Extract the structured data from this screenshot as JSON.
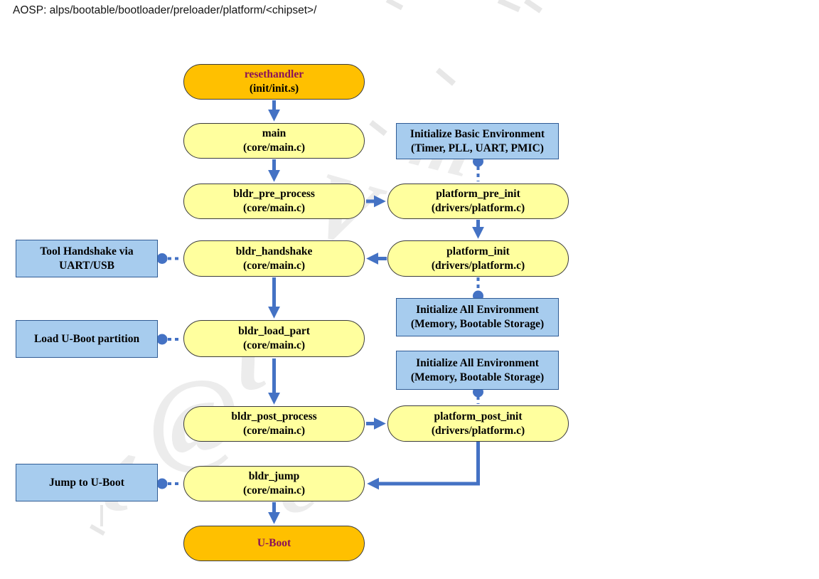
{
  "header": {
    "path_label": "AOSP: alps/bootable/bootloader/preloader/platform/<chipset>/"
  },
  "colors": {
    "arrow_blue": "#4472C4",
    "pill_yellow": "#FFFF9E",
    "pill_orange": "#FFC000",
    "note_blue": "#A7CCEE",
    "note_border": "#2F5B94",
    "accent_text_magenta": "#8A1259"
  },
  "nodes": {
    "resethandler": {
      "title": "resethandler",
      "sub": "(init/init.s)"
    },
    "main": {
      "title": "main",
      "sub": "(core/main.c)"
    },
    "init_basic_env": {
      "line1": "Initialize Basic Environment",
      "line2": "(Timer, PLL, UART, PMIC)"
    },
    "bldr_pre_process": {
      "title": "bldr_pre_process",
      "sub": "(core/main.c)"
    },
    "platform_pre_init": {
      "title": "platform_pre_init",
      "sub": "(drivers/platform.c)"
    },
    "tool_handshake": {
      "line1": "Tool Handshake via",
      "line2": "UART/USB"
    },
    "bldr_handshake": {
      "title": "bldr_handshake",
      "sub": "(core/main.c)"
    },
    "platform_init": {
      "title": "platform_init",
      "sub": "(drivers/platform.c)"
    },
    "init_all_env_1": {
      "line1": "Initialize All Environment",
      "line2": "(Memory, Bootable Storage)"
    },
    "load_uboot": {
      "line1": "Load U-Boot partition"
    },
    "bldr_load_part": {
      "title": "bldr_load_part",
      "sub": "(core/main.c)"
    },
    "init_all_env_2": {
      "line1": "Initialize All Environment",
      "line2": "(Memory, Bootable Storage)"
    },
    "bldr_post_process": {
      "title": "bldr_post_process",
      "sub": "(core/main.c)"
    },
    "platform_post_init": {
      "title": "platform_post_init",
      "sub": "(drivers/platform.c)"
    },
    "jump_to_uboot": {
      "line1": "Jump to U-Boot"
    },
    "bldr_jump": {
      "title": "bldr_jump",
      "sub": "(core/main.c)"
    },
    "uboot": {
      "title": "U-Boot"
    }
  },
  "edges": [
    {
      "from": "resethandler",
      "to": "main",
      "style": "solid-arrow"
    },
    {
      "from": "main",
      "to": "bldr_pre_process",
      "style": "solid-arrow"
    },
    {
      "from": "bldr_pre_process",
      "to": "platform_pre_init",
      "style": "solid-arrow"
    },
    {
      "from": "init_basic_env",
      "to": "platform_pre_init",
      "style": "dotted-circle"
    },
    {
      "from": "platform_pre_init",
      "to": "platform_init",
      "style": "solid-arrow"
    },
    {
      "from": "platform_init",
      "to": "bldr_handshake",
      "style": "solid-arrow"
    },
    {
      "from": "tool_handshake",
      "to": "bldr_handshake",
      "style": "dotted-circle"
    },
    {
      "from": "platform_init",
      "to": "init_all_env_1",
      "style": "dotted-circle"
    },
    {
      "from": "bldr_handshake",
      "to": "bldr_load_part",
      "style": "solid-arrow"
    },
    {
      "from": "load_uboot",
      "to": "bldr_load_part",
      "style": "dotted-circle"
    },
    {
      "from": "bldr_load_part",
      "to": "bldr_post_process",
      "style": "solid-arrow"
    },
    {
      "from": "init_all_env_2",
      "to": "platform_post_init",
      "style": "dotted-circle"
    },
    {
      "from": "bldr_post_process",
      "to": "platform_post_init",
      "style": "solid-arrow"
    },
    {
      "from": "platform_post_init",
      "to": "bldr_jump",
      "style": "solid-arrow-elbow"
    },
    {
      "from": "jump_to_uboot",
      "to": "bldr_jump",
      "style": "dotted-circle"
    },
    {
      "from": "bldr_jump",
      "to": "uboot",
      "style": "solid-arrow"
    }
  ]
}
